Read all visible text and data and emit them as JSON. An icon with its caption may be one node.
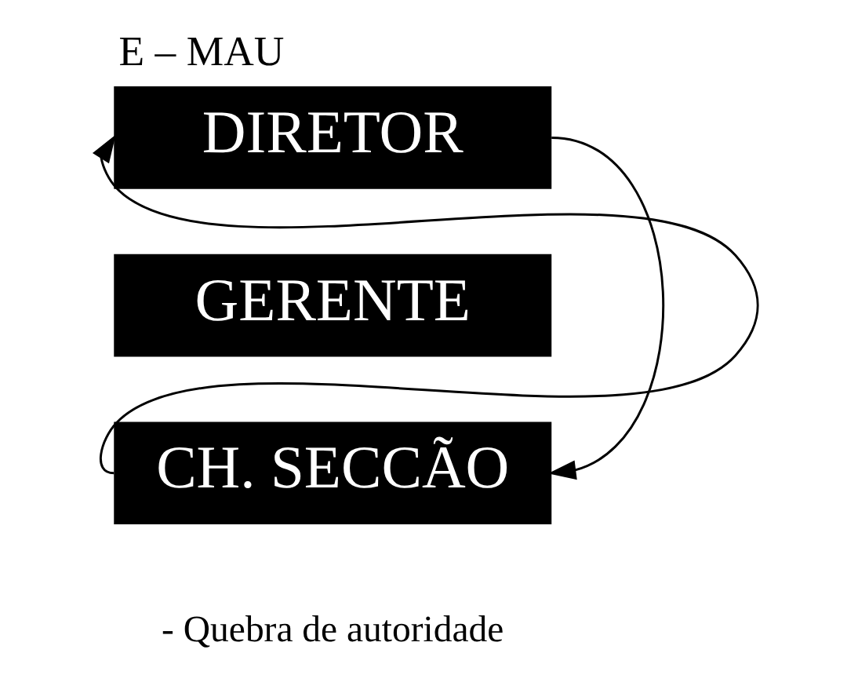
{
  "diagram": {
    "title": "E – MAU",
    "nodes": [
      {
        "text": [
          "DIRETOR"
        ]
      },
      {
        "text": [
          "GERENTE"
        ]
      },
      {
        "text": [
          "CH. SECCÃO"
        ]
      }
    ],
    "edges": [
      {
        "from": 0,
        "to": 2,
        "arrow": "to"
      },
      {
        "from": 2,
        "to": 0,
        "arrow": "to"
      }
    ],
    "labels": [
      "- Quebra de autoridade"
    ]
  }
}
